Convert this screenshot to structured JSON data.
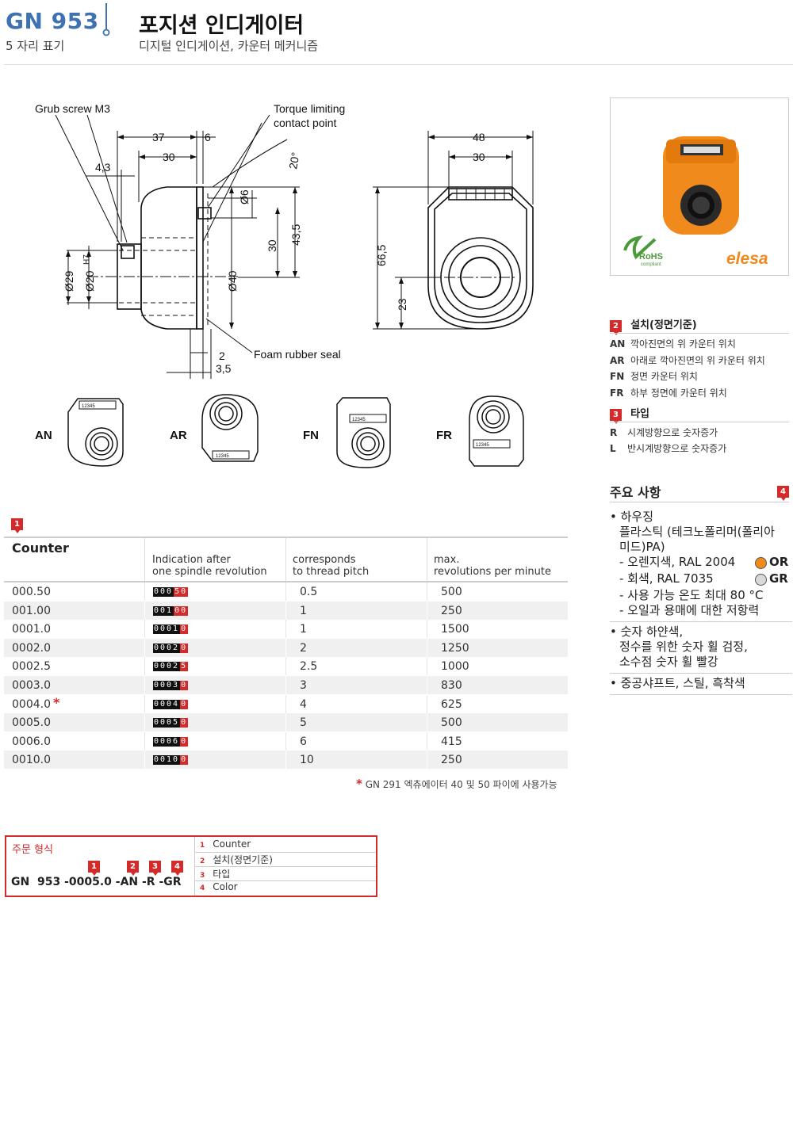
{
  "header": {
    "code": "GN 953",
    "subcode": "5 자리 표기",
    "title": "포지션 인디게이터",
    "subtitle": "디지털 인디게이션, 카운터 메커니즘"
  },
  "drawing": {
    "grub_screw": "Grub screw M3",
    "torque_limit": "Torque limiting",
    "contact_point": "contact point",
    "foam_seal": "Foam rubber seal",
    "dims": {
      "d37": "37",
      "d6": "6",
      "d30": "30",
      "d43": "4,3",
      "d20deg": "20°",
      "phi6": "Ø6",
      "d30v": "30",
      "d43_5": "43,5",
      "phi29": "Ø29",
      "phi20": "Ø20",
      "h7": "H7",
      "phi40": "Ø40",
      "d2": "2",
      "d3_5": "3,5",
      "d48": "48",
      "d30b": "30",
      "d66_5": "66,5",
      "d23": "23"
    },
    "counter_digits": "12345",
    "views": [
      "AN",
      "AR",
      "FN",
      "FR"
    ]
  },
  "product_image": {
    "rohs": "RoHS",
    "compliant": "compliant",
    "brand": "elesa"
  },
  "install": {
    "num": "2",
    "title": "설치(정면기준)",
    "items": [
      {
        "code": "AN",
        "text": "깍아진면의 위 카운터 위치"
      },
      {
        "code": "AR",
        "text": "아래로 깍아진면의 위 카운터 위치"
      },
      {
        "code": "FN",
        "text": "정면 카운터 위치"
      },
      {
        "code": "FR",
        "text": "하부 정면에 카운터 위치"
      }
    ]
  },
  "type": {
    "num": "3",
    "title": "타입",
    "items": [
      {
        "code": "R",
        "text": "시계방향으로 숫자증가"
      },
      {
        "code": "L",
        "text": "반시계방향으로 숫자증가"
      }
    ]
  },
  "features": {
    "title": "주요 사항",
    "num": "4",
    "b1": "하우징",
    "b1_l1": "플라스틱 (테크노폴리머(폴리아",
    "b1_l2": "미드)PA)",
    "orange": "- 오렌지색, RAL 2004",
    "or_code": "OR",
    "grey": "- 회색, RAL 7035",
    "gr_code": "GR",
    "temp": "- 사용 가능 온도 최대 80 °C",
    "resist": "- 오일과 용매에 대한 저항력",
    "b2_l1": "숫자 하얀색,",
    "b2_l2": "정수를 위한 숫자 휠 검정,",
    "b2_l3": "소수점 숫자 휠 빨강",
    "b3": "중공샤프트, 스틸, 흑착색",
    "orange_color": "#f08a1c",
    "grey_color": "#d9d9d9"
  },
  "table": {
    "num": "1",
    "col0": "Counter",
    "col1_l1": "Indication after",
    "col1_l2": "one spindle revolution",
    "col2_l1": "corresponds",
    "col2_l2": "to thread pitch",
    "col3_l1": "max.",
    "col3_l2": "revolutions per minute",
    "rows": [
      {
        "counter": "000.50",
        "black": "000",
        "red": "50",
        "pitch": "0.5",
        "rpm": "500"
      },
      {
        "counter": "001.00",
        "black": "001",
        "red": "00",
        "pitch": "1",
        "rpm": "250"
      },
      {
        "counter": "0001.0",
        "black": "0001",
        "red": "0",
        "pitch": "1",
        "rpm": "1500"
      },
      {
        "counter": "0002.0",
        "black": "0002",
        "red": "0",
        "pitch": "2",
        "rpm": "1250"
      },
      {
        "counter": "0002.5",
        "black": "0002",
        "red": "5",
        "pitch": "2.5",
        "rpm": "1000"
      },
      {
        "counter": "0003.0",
        "black": "0003",
        "red": "0",
        "pitch": "3",
        "rpm": "830"
      },
      {
        "counter": "0004.0",
        "black": "0004",
        "red": "0",
        "pitch": "4",
        "rpm": "625",
        "star": "*"
      },
      {
        "counter": "0005.0",
        "black": "0005",
        "red": "0",
        "pitch": "5",
        "rpm": "500"
      },
      {
        "counter": "0006.0",
        "black": "0006",
        "red": "0",
        "pitch": "6",
        "rpm": "415"
      },
      {
        "counter": "0010.0",
        "black": "0010",
        "red": "0",
        "pitch": "10",
        "rpm": "250"
      }
    ],
    "footnote_star": "*",
    "footnote": "GN 291 엑츄에이터 40 및 50 파이에 사용가능"
  },
  "order": {
    "title": "주문 형식",
    "code": "GN  953 -0005.0 -AN -R -GR",
    "markers": [
      "1",
      "2",
      "3",
      "4"
    ],
    "legend": [
      {
        "n": "1",
        "t": "Counter"
      },
      {
        "n": "2",
        "t": "설치(정면기준)"
      },
      {
        "n": "3",
        "t": "타입"
      },
      {
        "n": "4",
        "t": "Color"
      }
    ]
  }
}
